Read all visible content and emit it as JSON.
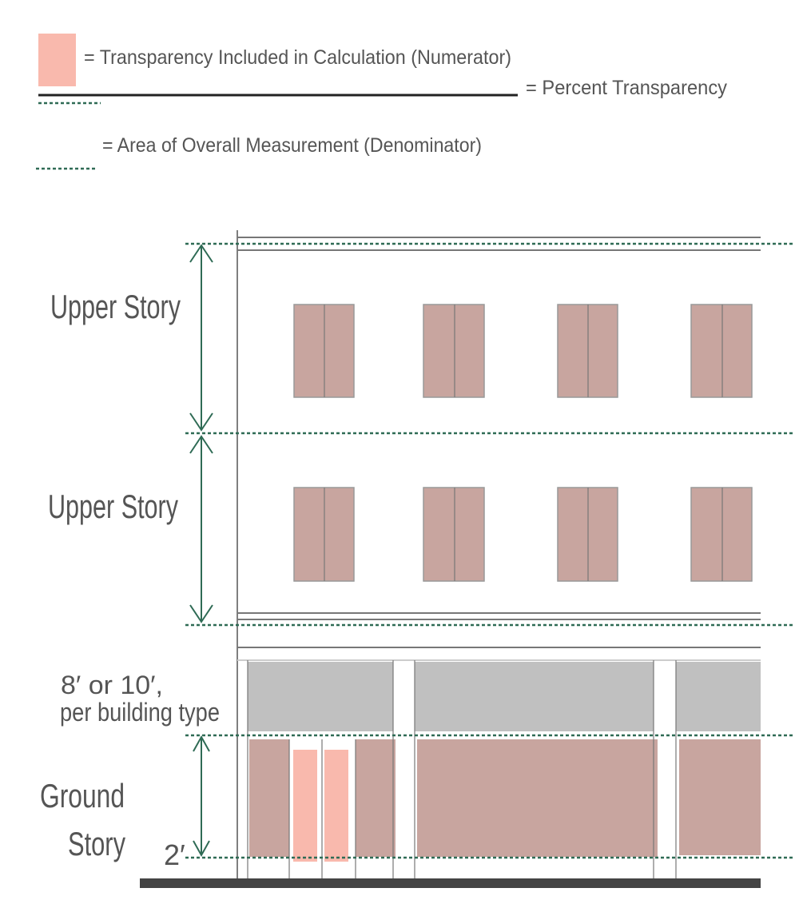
{
  "legend": {
    "numerator": "= Transparency Included in Calculation (Numerator)",
    "result": "= Percent Transparency",
    "denominator": "= Area of Overall Measurement (Denominator)"
  },
  "labels": {
    "upper_story_1": "Upper Story",
    "upper_story_2": "Upper Story",
    "transom_line1": "8′ or 10′,",
    "transom_line2": "per building type",
    "ground_line1": "Ground",
    "ground_line2": "Story",
    "two_ft": "2′"
  },
  "colors": {
    "transparency_pink": "#f9b9ad",
    "window_fill": "#c8a59f",
    "transom_gray": "#c0c0c0",
    "dotted_green": "#2f6b55"
  }
}
